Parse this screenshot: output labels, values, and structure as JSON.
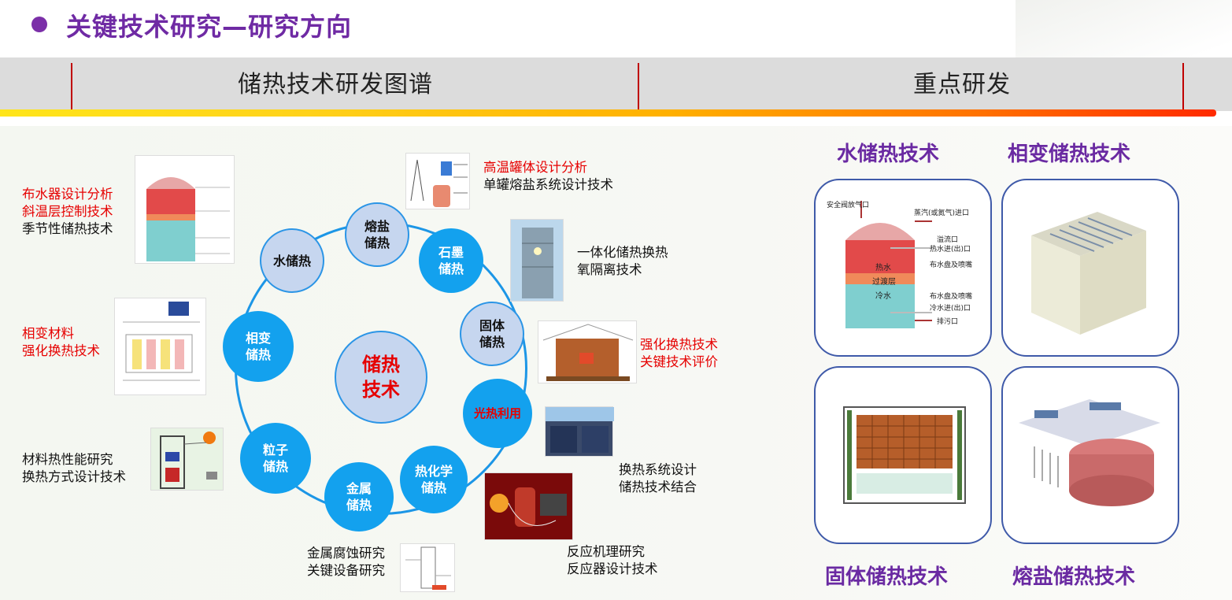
{
  "title": "关键技术研究—研究方向",
  "header": {
    "left": "储热技术研发图谱",
    "right": "重点研发"
  },
  "colors": {
    "title": "#6f2aa4",
    "accent_red": "#e60000",
    "node_blue": "#13a1ee",
    "node_light": "#c6d6ef",
    "card_border": "#3f5aa9"
  },
  "nodes": {
    "center": "储热\n技术",
    "water": "水储热",
    "salt": "熔盐\n储热",
    "graphite": "石墨\n储热",
    "solid": "固体\n储热",
    "solar": "光热利用",
    "thermochem": "热化学\n储热",
    "metal": "金属\n储热",
    "particle": "粒子\n储热",
    "phase": "相变\n储热"
  },
  "annotations": {
    "water": [
      "布水器设计分析",
      "斜温层控制技术",
      "季节性储热技术"
    ],
    "salt": [
      "高温罐体设计分析",
      "单罐熔盐系统设计技术"
    ],
    "graphite": [
      "一体化储热换热",
      "氧隔离技术"
    ],
    "solid": [
      "强化换热技术",
      "关键技术评价"
    ],
    "solar": [
      "换热系统设计",
      "储热技术结合"
    ],
    "thermochem": [
      "反应机理研究",
      "反应器设计技术"
    ],
    "metal": [
      "金属腐蚀研究",
      "关键设备研究"
    ],
    "particle": [
      "材料热性能研究",
      "换热方式设计技术"
    ],
    "phase": [
      "相变材料",
      "强化换热技术"
    ]
  },
  "tank_labels": {
    "vent": "安全阀放气口",
    "steam": "蒸汽(或氮气)进口",
    "overflow": "溢流口",
    "hot_in": "热水进(出)口",
    "dist_top": "布水盘及喷嘴",
    "hot": "热水",
    "trans": "过渡层",
    "cold": "冷水",
    "dist_bottom": "布水盘及喷嘴",
    "cold_in": "冷水进(出)口",
    "drain": "排污口"
  },
  "cards": {
    "water": "水储热技术",
    "phase": "相变储热技术",
    "solid": "固体储热技术",
    "salt": "熔盐储热技术"
  }
}
